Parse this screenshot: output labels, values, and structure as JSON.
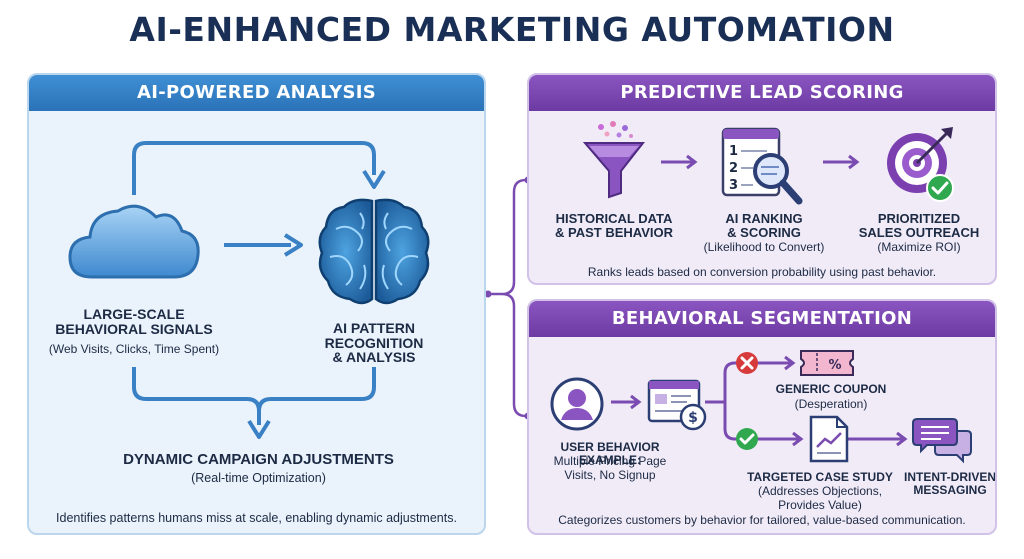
{
  "title": "AI-ENHANCED MARKETING AUTOMATION",
  "left_panel": {
    "header": "AI-POWERED ANALYSIS",
    "signals_label_1": "LARGE-SCALE",
    "signals_label_2": "BEHAVIORAL SIGNALS",
    "signals_sub": "(Web Visits, Clicks, Time Spent)",
    "pattern_label_1": "AI PATTERN",
    "pattern_label_2": "RECOGNITION",
    "pattern_label_3": "& ANALYSIS",
    "adjust_label": "DYNAMIC CAMPAIGN ADJUSTMENTS",
    "adjust_sub": "(Real-time Optimization)",
    "footer": "Identifies patterns humans miss at scale, enabling dynamic adjustments."
  },
  "lead_panel": {
    "header": "PREDICTIVE LEAD SCORING",
    "step1_l1": "HISTORICAL DATA",
    "step1_l2": "& PAST BEHAVIOR",
    "step2_l1": "AI RANKING",
    "step2_l2": "& SCORING",
    "step2_sub": "(Likelihood to Convert)",
    "step3_l1": "PRIORITIZED",
    "step3_l2": "SALES OUTREACH",
    "step3_sub": "(Maximize ROI)",
    "footer": "Ranks leads based on conversion probability using past behavior."
  },
  "seg_panel": {
    "header": "BEHAVIORAL SEGMENTATION",
    "user_l1": "USER BEHAVIOR EXAMPLE:",
    "user_sub_1": "Multiple Pricing Page",
    "user_sub_2": "Visits, No Signup",
    "coupon_l1": "GENERIC COUPON",
    "coupon_sub": "(Desperation)",
    "case_l1": "TARGETED CASE STUDY",
    "case_sub_1": "(Addresses Objections,",
    "case_sub_2": "Provides Value)",
    "intent_l1": "INTENT-DRIVEN",
    "intent_l2": "MESSAGING",
    "footer": "Categorizes customers by behavior for tailored, value-based communication."
  },
  "colors": {
    "navy": "#1a2f55",
    "blue_header": "#2b72b8",
    "blue_arrow": "#3a80c4",
    "purple_header": "#6d3aa3",
    "purple_arrow": "#7a4bb0",
    "green_check": "#2fa84f",
    "red_x": "#d63a3a"
  },
  "icons": [
    "cloud-icon",
    "brain-icon",
    "funnel-icon",
    "ranking-list-icon",
    "magnifier-icon",
    "target-icon",
    "checkmark-badge-icon",
    "user-icon",
    "web-page-dollar-icon",
    "x-mark-icon",
    "coupon-icon",
    "document-chart-icon",
    "chat-bubbles-icon"
  ]
}
